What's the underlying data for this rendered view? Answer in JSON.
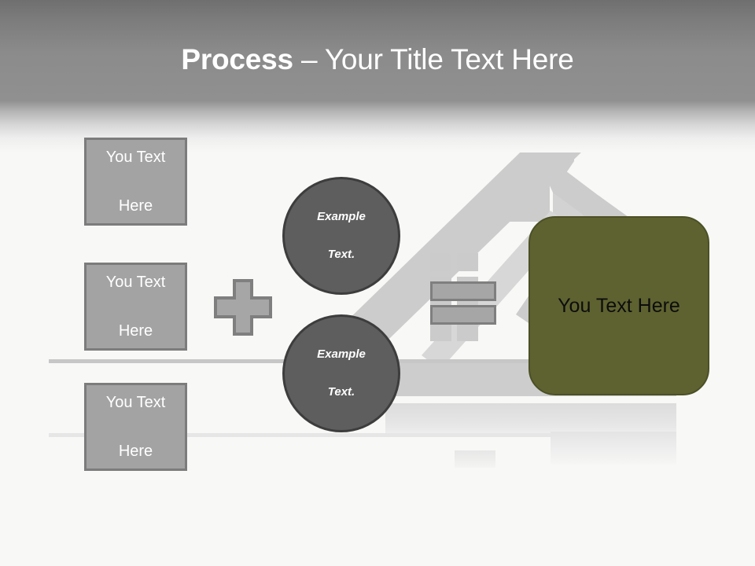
{
  "slide": {
    "title_bold": "Process",
    "title_separator": " – ",
    "title_rest": "Your Title Text Here",
    "background_color": "#f8f8f6",
    "header_gradient_top": "#6f6f6f",
    "header_gradient_bottom": "#909090"
  },
  "left_boxes": [
    {
      "label": "You Text Here",
      "line1": "You Text",
      "line2": "Here",
      "fill": "#a3a3a3",
      "border": "#7c7c7c",
      "text_color": "#ffffff"
    },
    {
      "label": "You Text Here",
      "line1": "You Text",
      "line2": "Here",
      "fill": "#a3a3a3",
      "border": "#7c7c7c",
      "text_color": "#ffffff"
    },
    {
      "label": "You Text Here",
      "line1": "You Text",
      "line2": "Here",
      "fill": "#a3a3a3",
      "border": "#7c7c7c",
      "text_color": "#ffffff"
    }
  ],
  "operator": {
    "name": "plus-sign",
    "glyph": "+",
    "fill": "#a6a6a6",
    "border": "#7f7f7f"
  },
  "circles": [
    {
      "line1": "Example",
      "line2": "Text.",
      "label": "Example Text.",
      "fill": "#5e5e5e",
      "border": "#3d3d3d",
      "text_color": "#ffffff"
    },
    {
      "line1": "Example",
      "line2": "Text.",
      "label": "Example Text.",
      "fill": "#5e5e5e",
      "border": "#3d3d3d",
      "text_color": "#ffffff"
    }
  ],
  "motif": {
    "name": "grid-bricks-motif",
    "cell_fill": "#cbcbcb",
    "bar_fill": "#a6a6a6",
    "bar_border": "#7f7f7f"
  },
  "result_box": {
    "label": "You Text Here",
    "fill": "#5e6230",
    "border": "#4c5026",
    "text_color": "#0d0d0d"
  },
  "decorations": {
    "arrow_art_color": "#cccccc",
    "rule_1_color": "#c7c7c7",
    "rule_2_color": "#e6e6e6",
    "band_color": "#cdcdcd"
  }
}
